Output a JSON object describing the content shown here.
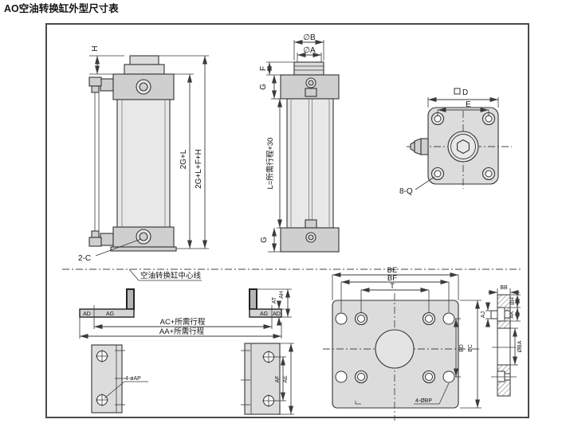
{
  "title": "AO空油转换缸外型尺寸表",
  "colors": {
    "line": "#3a3a3a",
    "fill_light": "#dcdcdc",
    "fill_mid": "#cfcfcf"
  },
  "front_view": {
    "dim_h": "H",
    "dim_total_1": "2G+L",
    "dim_total_2": "2G+L+F+H",
    "port_label": "2-C"
  },
  "side_view": {
    "dim_diameter_b": "∅B",
    "dim_diameter_a": "∅A",
    "dim_f": "F",
    "dim_g_top": "G",
    "dim_g_bottom": "G",
    "dim_length": "L=所需行程+30"
  },
  "flange_view": {
    "dim_d": "D",
    "dim_e": "E",
    "holes_label": "8-Q"
  },
  "foot_bracket_view": {
    "centerline_label": "空油转换缸中心线",
    "left_outer": "AD",
    "left_inner": "AG",
    "right_inner": "AG",
    "right_outer": "AD",
    "dim_at": "AT",
    "dim_ah": "AH",
    "dim_ac": "AC+所需行程",
    "dim_aa": "AA+所需行程"
  },
  "foot_plate_left": {
    "holes_label": "4-øAP"
  },
  "foot_plate_right": {
    "dim_af": "AF",
    "dim_ae": "AE"
  },
  "base_plate": {
    "dim_be": "BE",
    "dim_bf": "BF",
    "dim_t": "T",
    "dim_bd": "BD",
    "dim_bc": "BC",
    "holes_label": "4-ØBP"
  },
  "section_view": {
    "dim_bb": "BB",
    "dim_bh": "BH",
    "dim_ak": "AK",
    "dim_aj": "AJ",
    "dim_dia_ba": "ØBA"
  }
}
